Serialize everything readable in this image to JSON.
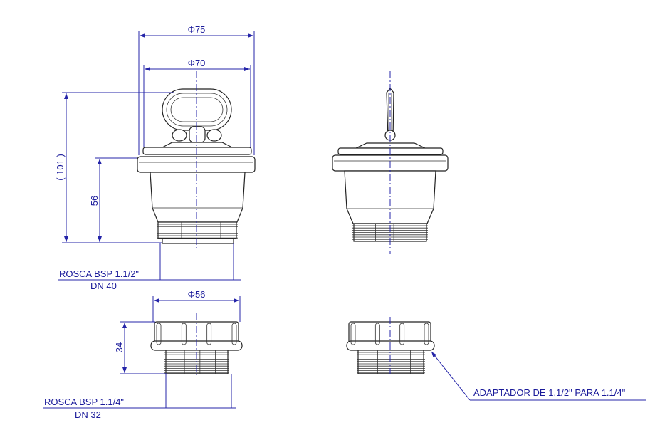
{
  "drawing": {
    "stopper_assembly": {
      "dim_outer_diameter": "Φ75",
      "dim_inner_diameter": "Φ70",
      "dim_total_height": "( 101 )",
      "dim_body_height": "56",
      "thread_label": "ROSCA BSP 1.1/2\"",
      "thread_dn": "DN 40"
    },
    "adapter": {
      "dim_diameter": "Φ56",
      "dim_height": "34",
      "thread_label": "ROSCA BSP 1.1/4\"",
      "thread_dn": "DN 32",
      "callout": "ADAPTADOR DE 1.1/2\" PARA 1.1/4\""
    },
    "colors": {
      "dimension": "#2424a8",
      "outline": "#222222"
    }
  }
}
